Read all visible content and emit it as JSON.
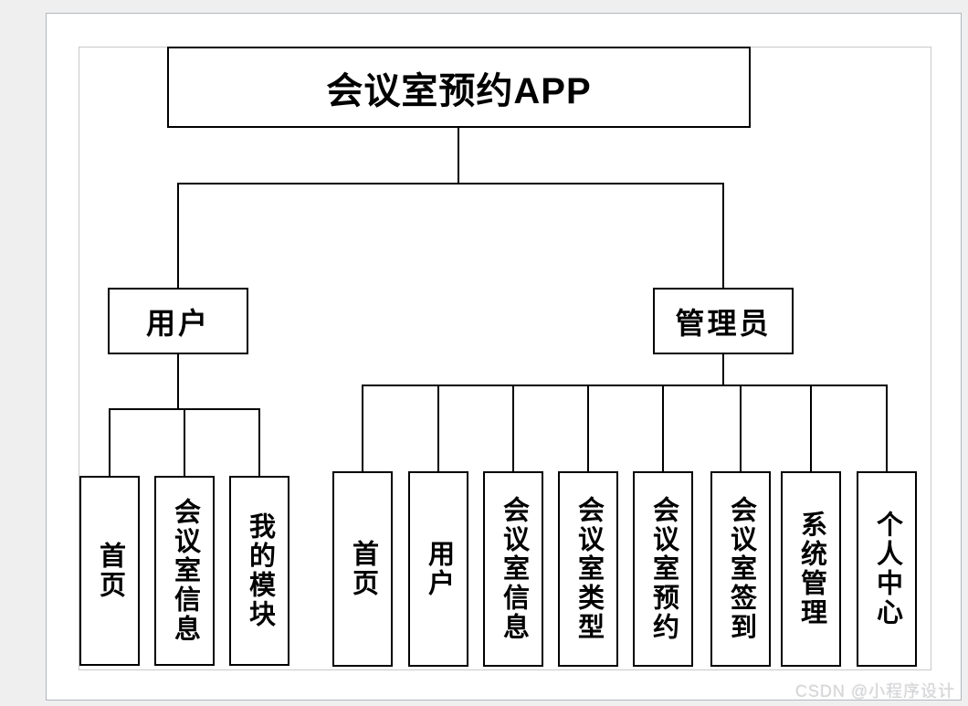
{
  "diagram": {
    "title": "会议室预约APP",
    "branches": [
      {
        "label": "用户",
        "children": [
          "首页",
          "会议室信息",
          "我的模块"
        ]
      },
      {
        "label": "管理员",
        "children": [
          "首页",
          "用户",
          "会议室信息",
          "会议室类型",
          "会议室预约",
          "会议室签到",
          "系统管理",
          "个人中心"
        ]
      }
    ]
  },
  "watermark": {
    "text": "CSDN @小程序设计"
  },
  "colors": {
    "canvas_background": "#efefef",
    "page_background": "#ffffff",
    "box_border": "#000000",
    "frame_border": "#c7c9cb",
    "watermark_text": "#d3d4d6"
  }
}
